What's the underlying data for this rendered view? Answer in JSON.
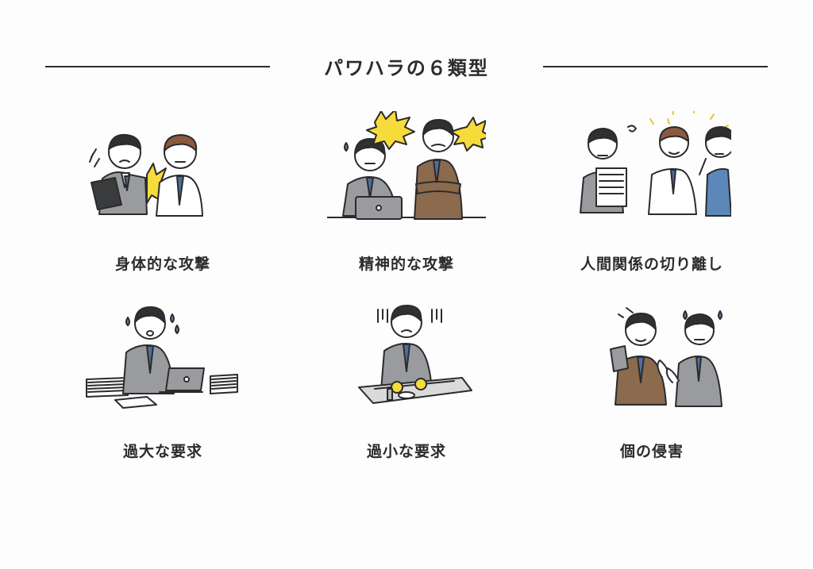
{
  "title": "パワハラの６類型",
  "types": [
    {
      "label": "身体的な攻撃"
    },
    {
      "label": "精神的な攻撃"
    },
    {
      "label": "人間関係の切り離し"
    },
    {
      "label": "過大な要求"
    },
    {
      "label": "過小な要求"
    },
    {
      "label": "個の侵害"
    }
  ],
  "colors": {
    "ink": "#2b2b2b",
    "gray_suit": "#9a9b9f",
    "brown_suit": "#8b6a4d",
    "tie": "#4e6e9e",
    "skin": "#ffffff",
    "hair": "#2f3032",
    "hair_brown": "#8a5a3e",
    "accent_yellow": "#f6dc3b",
    "blue_shirt": "#5d86b9"
  }
}
